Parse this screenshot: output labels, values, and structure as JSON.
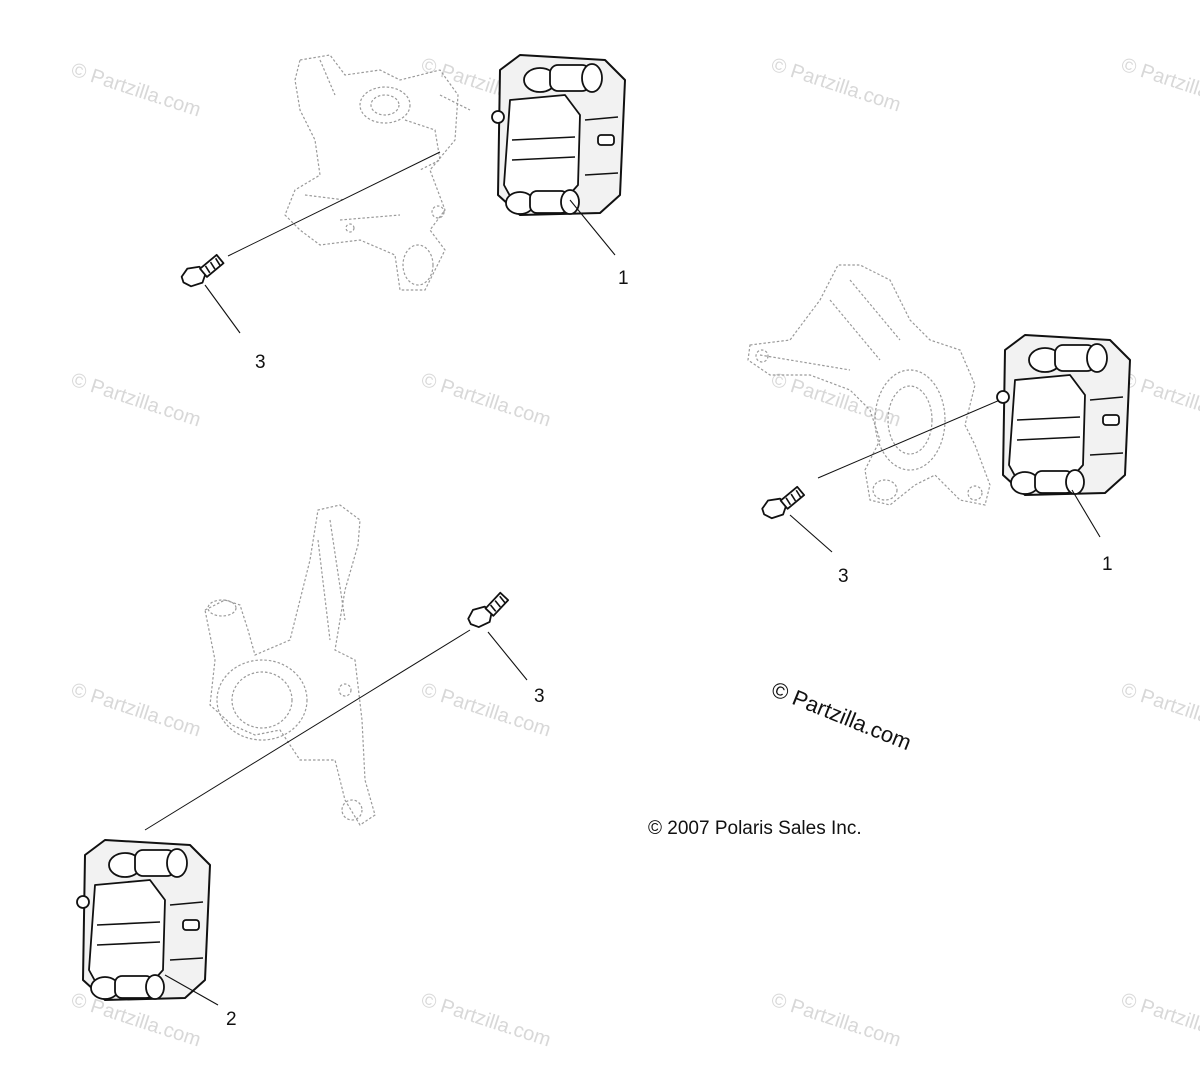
{
  "callouts": {
    "caliper_top": "1",
    "bolt_top": "3",
    "caliper_right": "1",
    "bolt_right": "3",
    "bolt_bottom": "3",
    "caliper_bottom": "2"
  },
  "watermark": {
    "text": "© Partzilla.com"
  },
  "brand_mark": "© Partzilla.com",
  "copyright": "© 2007 Polaris Sales Inc.",
  "colors": {
    "line": "#111111",
    "ghost": "#9a9a9a",
    "watermark": "#d8d8d8"
  }
}
